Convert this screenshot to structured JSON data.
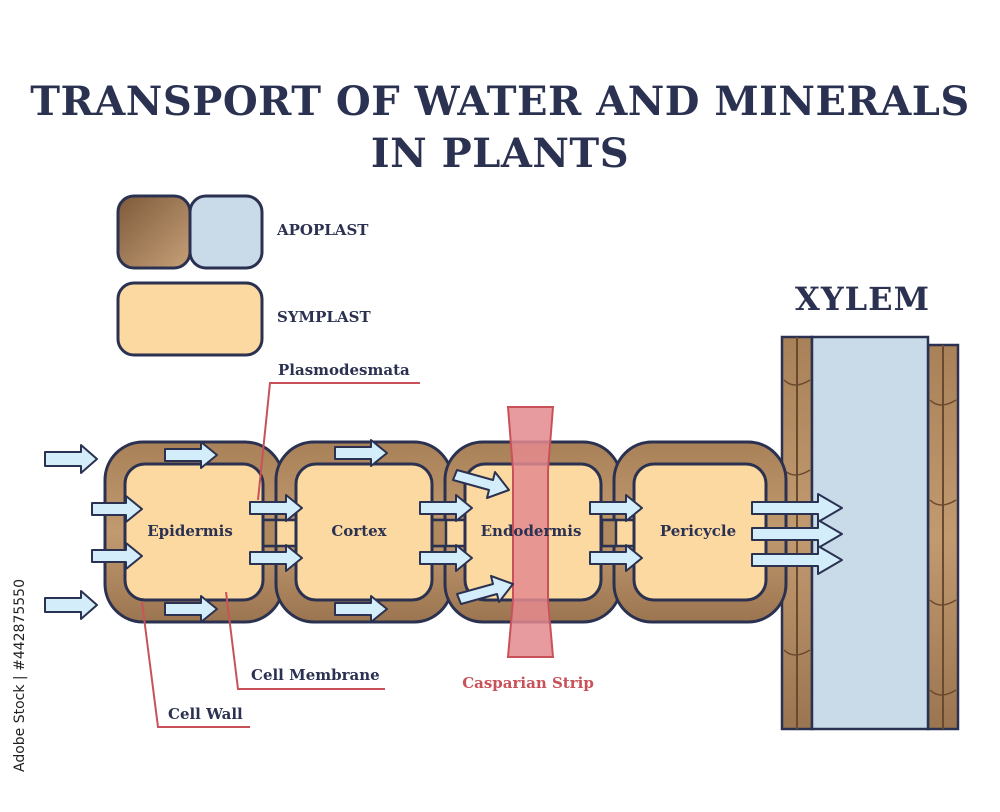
{
  "title_line1": "TRANSPORT OF WATER AND MINERALS",
  "title_line2": "IN PLANTS",
  "legend": {
    "apoplast": "APOPLAST",
    "symplast": "SYMPLAST"
  },
  "cells": [
    "Epidermis",
    "Cortex",
    "Endodermis",
    "Pericycle"
  ],
  "callouts": {
    "plasmodesmata": "Plasmodesmata",
    "cell_membrane": "Cell Membrane",
    "cell_wall": "Cell Wall",
    "casparian_strip": "Casparian Strip"
  },
  "xylem_label": "XYLEM",
  "watermark": "Adobe Stock | #442875550",
  "colors": {
    "title": "#2b3150",
    "cell_wall": "#b08a5e",
    "cell_wall_dark": "#7a5a3a",
    "symplast": "#fcd9a0",
    "apoplast_blue": "#c9dbe9",
    "arrow_fill": "#d3eefa",
    "casparian": "#e48a8e",
    "callout_line": "#c9525a"
  }
}
